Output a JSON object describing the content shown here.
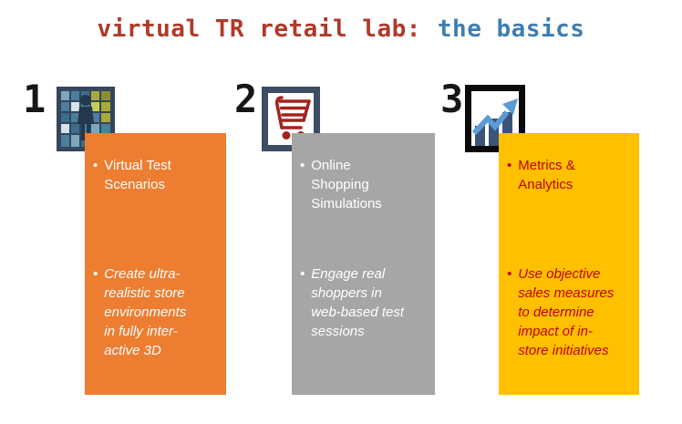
{
  "title": {
    "part1": "virtual TR retail lab:",
    "part2": "the basics"
  },
  "colors": {
    "title_red": "#AF3A28",
    "title_blue": "#3E7DB2",
    "number_black": "#161616"
  },
  "columns": [
    {
      "number": "1",
      "icon": "virtual-store-icon",
      "box_color": "#ED7D31",
      "text_color": "#FFFFFF",
      "bullet": "•",
      "heading": "Virtual Test\nScenarios",
      "body": "Create ultra-\nrealistic store\nenvironments\nin fully inter-\nactive 3D"
    },
    {
      "number": "2",
      "icon": "shopping-cart-icon",
      "box_color": "#A6A6A6",
      "text_color": "#FFFFFF",
      "bullet": "•",
      "heading": "Online\nShopping\nSimulations",
      "body": "Engage real\nshoppers in\nweb-based test\nsessions"
    },
    {
      "number": "3",
      "icon": "bar-chart-growth-icon",
      "box_color": "#FFC000",
      "text_color": "#C00000",
      "bullet": "•",
      "heading": "Metrics &\nAnalytics",
      "body": "Use objective\nsales measures\nto determine\nimpact of in-\nstore initiatives"
    }
  ]
}
